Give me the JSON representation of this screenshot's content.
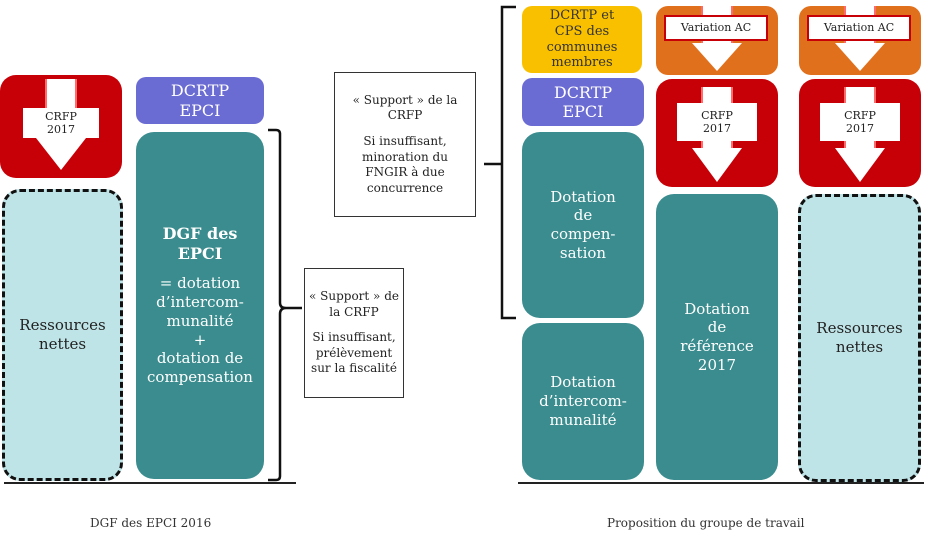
{
  "left_group": {
    "crfp_block": {
      "label_line1": "CRFP",
      "label_line2": "2017"
    },
    "dcrtp_epci": {
      "line1": "DCRTP",
      "line2": "EPCI"
    },
    "ressources_nettes": {
      "line1": "Ressources",
      "line2": "nettes"
    },
    "dgf_epci": {
      "title_line1": "DGF des",
      "title_line2": "EPCI",
      "lines": [
        "= dotation",
        "d’intercom-",
        "munalité",
        "+",
        "dotation de",
        "compensation"
      ]
    },
    "support_note": {
      "line1": "« Support » de",
      "line2": "la CRFP",
      "line3": "Si insuffisant,",
      "line4": "prélèvement",
      "line5": "sur la fiscalité"
    },
    "caption": "DGF des EPCI 2016"
  },
  "right_group": {
    "support_note": {
      "line1": "« Support » de la",
      "line2": "CRFP",
      "line3": "Si insuffisant,",
      "line4": "minoration du",
      "line5": "FNGIR à due",
      "line6": "concurrence"
    },
    "dcrtp_cps": {
      "lines": [
        "DCRTP et",
        "CPS des",
        "communes",
        "membres"
      ]
    },
    "dcrtp_epci": {
      "line1": "DCRTP",
      "line2": "EPCI"
    },
    "dotation_compensation": {
      "lines": [
        "Dotation",
        "de",
        "compen-",
        "sation"
      ]
    },
    "dotation_intercommunalite": {
      "lines": [
        "Dotation",
        "d’intercom-",
        "munalité"
      ]
    },
    "variation_ac_1": {
      "label": "Variation AC"
    },
    "variation_ac_2": {
      "label": "Variation AC"
    },
    "crfp_block_1": {
      "label_line1": "CRFP",
      "label_line2": "2017"
    },
    "crfp_block_2": {
      "label_line1": "CRFP",
      "label_line2": "2017"
    },
    "dotation_reference": {
      "lines": [
        "Dotation",
        "de",
        "référence",
        "2017"
      ]
    },
    "ressources_nettes": {
      "line1": "Ressources",
      "line2": "nettes"
    },
    "caption": "Proposition du groupe de travail"
  },
  "colors": {
    "teal": "#3a8c8e",
    "light_teal": "#bfe4e7",
    "purple": "#6b6bd4",
    "red": "#c70008",
    "orange": "#e0701c",
    "yellow": "#f9c000"
  }
}
